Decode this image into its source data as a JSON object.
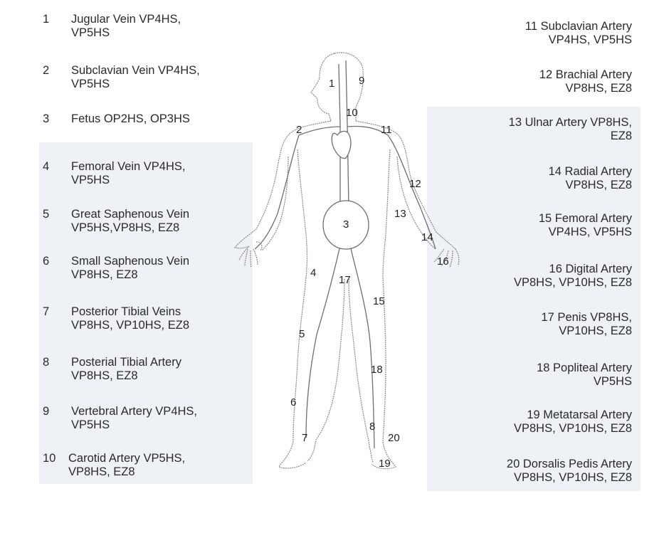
{
  "left_labels": [
    {
      "num": "1",
      "line1": "Jugular Vein VP4HS,",
      "line2": "VP5HS"
    },
    {
      "num": "2",
      "line1": "Subclavian Vein VP4HS,",
      "line2": "VP5HS"
    },
    {
      "num": "3",
      "line1": "Fetus OP2HS, OP3HS",
      "line2": ""
    },
    {
      "num": "4",
      "line1": "Femoral Vein VP4HS,",
      "line2": "VP5HS"
    },
    {
      "num": "5",
      "line1": "Great Saphenous Vein",
      "line2": "VP5HS,VP8HS, EZ8"
    },
    {
      "num": "6",
      "line1": "Small Saphenous Vein",
      "line2": "VP8HS, EZ8"
    },
    {
      "num": "7",
      "line1": "Posterior Tibial Veins",
      "line2": "VP8HS, VP10HS, EZ8"
    },
    {
      "num": "8",
      "line1": "Posterial Tibial Artery",
      "line2": "VP8HS, EZ8"
    },
    {
      "num": "9",
      "line1": "Vertebral Artery VP4HS,",
      "line2": "VP5HS"
    },
    {
      "num": "10",
      "line1": "Carotid Artery VP5HS,",
      "line2": "VP8HS, EZ8"
    }
  ],
  "right_labels": [
    {
      "line1": "11 Subclavian Artery",
      "line2": "VP4HS, VP5HS"
    },
    {
      "line1": "12 Brachial Artery",
      "line2": "VP8HS, EZ8"
    },
    {
      "line1": "13 Ulnar Artery VP8HS,",
      "line2": "EZ8"
    },
    {
      "line1": "14 Radial Artery",
      "line2": "VP8HS, EZ8"
    },
    {
      "line1": "15 Femoral Artery",
      "line2": "VP4HS, VP5HS"
    },
    {
      "line1": "16 Digital Artery",
      "line2": "VP8HS, VP10HS, EZ8"
    },
    {
      "line1": "17 Penis VP8HS,",
      "line2": "VP10HS, EZ8"
    },
    {
      "line1": "18 Popliteal Artery",
      "line2": "VP5HS"
    },
    {
      "line1": "19 Metatarsal Artery",
      "line2": "VP8HS, VP10HS, EZ8"
    },
    {
      "line1": "20 Dorsalis Pedis Artery",
      "line2": "VP8HS, VP10HS, EZ8"
    }
  ],
  "figure_numbers": [
    "1",
    "2",
    "3",
    "4",
    "5",
    "6",
    "7",
    "8",
    "9",
    "10",
    "11",
    "12",
    "13",
    "14",
    "15",
    "16",
    "17",
    "18",
    "19",
    "20"
  ],
  "colors": {
    "text": "#2a2a2a",
    "outline": "#8a8a8a",
    "vessel": "#6e6e6e",
    "background": "#ffffff",
    "scan_tint": "#eef1f6"
  }
}
